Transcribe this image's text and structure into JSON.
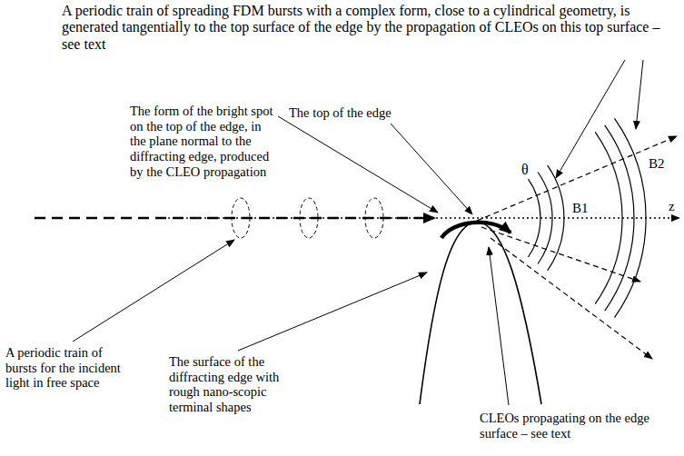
{
  "diagram": {
    "labels": [
      "A periodic train of spreading FDM bursts with a complex form, close to a cylindrical geometry, is generated tangentially to the top surface of the edge by the propagation of CLEOs on this top surface – see text",
      "The form of the bright spot on the top of the edge, in the plane normal to the diffracting edge, produced by the CLEO propagation",
      "The top of the edge",
      "θ",
      "B1",
      "B2",
      "z",
      "A periodic train of bursts for the incident light in free space",
      "The surface of the diffracting edge with rough nano-scopic terminal shapes",
      "CLEOs propagating on the edge surface – see text"
    ]
  }
}
